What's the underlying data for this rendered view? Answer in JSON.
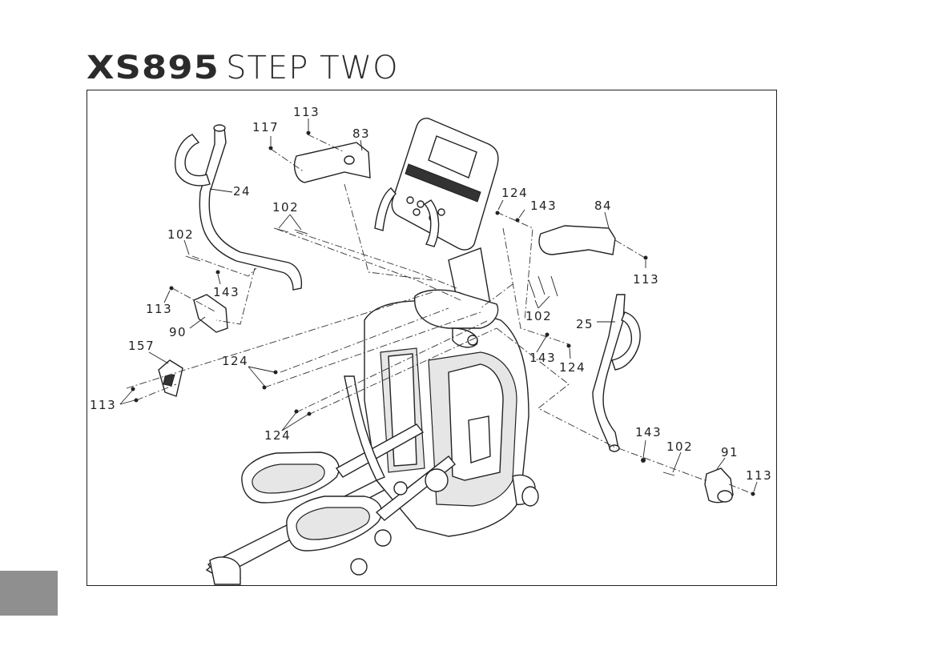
{
  "title": {
    "model": "XS895",
    "step": "STEP TWO"
  },
  "parts": {
    "p113a": "113",
    "p117": "117",
    "p83": "83",
    "p24": "24",
    "p102a": "102",
    "p102b": "102",
    "p143a": "143",
    "p113b": "113",
    "p90": "90",
    "p157": "157",
    "p124a": "124",
    "p113c": "113",
    "p124b": "124",
    "p124c": "124",
    "p143b": "143",
    "p84": "84",
    "p113d": "113",
    "p102c": "102",
    "p25": "25",
    "p143c": "143",
    "p124d": "124",
    "p143d": "143",
    "p102d": "102",
    "p91": "91",
    "p113e": "113"
  }
}
